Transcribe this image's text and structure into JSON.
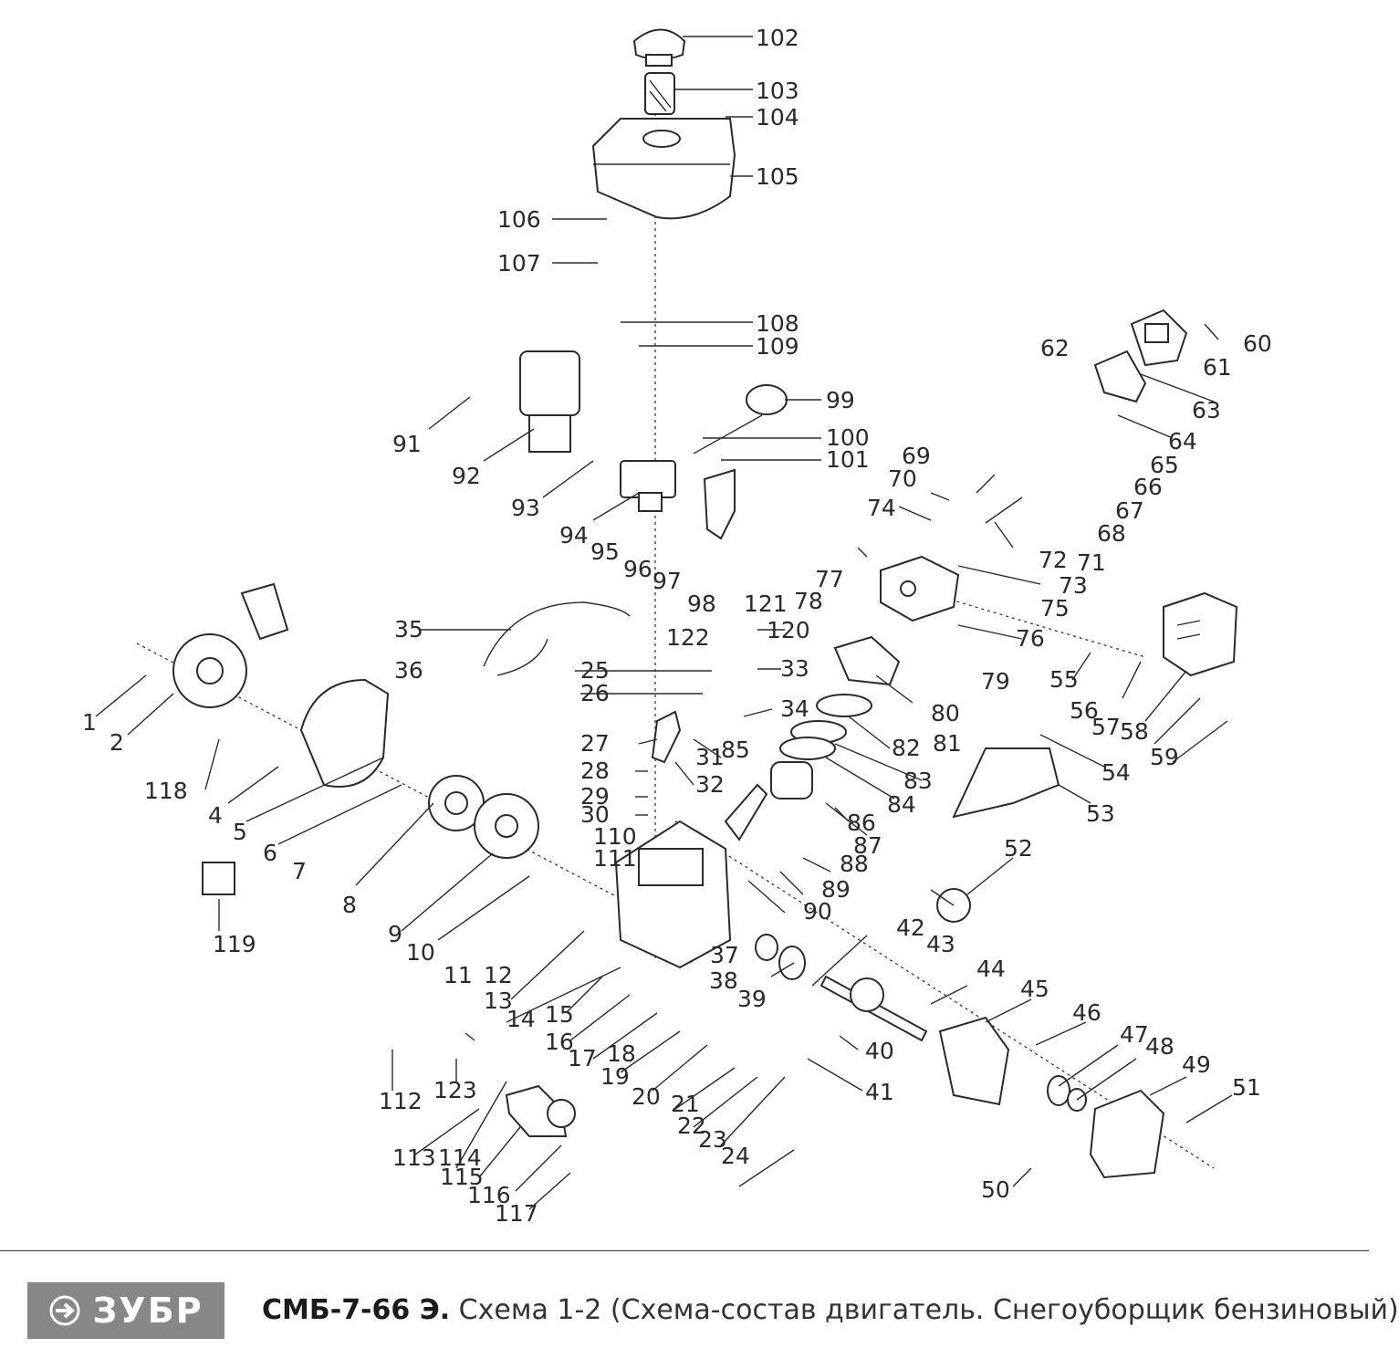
{
  "parts": [
    {
      "n": "1"
    },
    {
      "n": "2"
    },
    {
      "n": "4"
    },
    {
      "n": "5"
    },
    {
      "n": "6"
    },
    {
      "n": "7"
    },
    {
      "n": "8"
    },
    {
      "n": "9"
    },
    {
      "n": "10"
    },
    {
      "n": "11"
    },
    {
      "n": "12"
    },
    {
      "n": "13"
    },
    {
      "n": "14"
    },
    {
      "n": "15"
    },
    {
      "n": "16"
    },
    {
      "n": "17"
    },
    {
      "n": "18"
    },
    {
      "n": "19"
    },
    {
      "n": "20"
    },
    {
      "n": "21"
    },
    {
      "n": "22"
    },
    {
      "n": "23"
    },
    {
      "n": "24"
    },
    {
      "n": "25"
    },
    {
      "n": "26"
    },
    {
      "n": "27"
    },
    {
      "n": "28"
    },
    {
      "n": "29"
    },
    {
      "n": "30"
    },
    {
      "n": "31"
    },
    {
      "n": "32"
    },
    {
      "n": "33"
    },
    {
      "n": "34"
    },
    {
      "n": "35"
    },
    {
      "n": "36"
    },
    {
      "n": "37"
    },
    {
      "n": "38"
    },
    {
      "n": "39"
    },
    {
      "n": "40"
    },
    {
      "n": "41"
    },
    {
      "n": "42"
    },
    {
      "n": "43"
    },
    {
      "n": "44"
    },
    {
      "n": "45"
    },
    {
      "n": "46"
    },
    {
      "n": "47"
    },
    {
      "n": "48"
    },
    {
      "n": "49"
    },
    {
      "n": "50"
    },
    {
      "n": "51"
    },
    {
      "n": "52"
    },
    {
      "n": "53"
    },
    {
      "n": "54"
    },
    {
      "n": "55"
    },
    {
      "n": "56"
    },
    {
      "n": "57"
    },
    {
      "n": "58"
    },
    {
      "n": "59"
    },
    {
      "n": "60"
    },
    {
      "n": "61"
    },
    {
      "n": "62"
    },
    {
      "n": "63"
    },
    {
      "n": "64"
    },
    {
      "n": "65"
    },
    {
      "n": "66"
    },
    {
      "n": "67"
    },
    {
      "n": "68"
    },
    {
      "n": "69"
    },
    {
      "n": "70"
    },
    {
      "n": "71"
    },
    {
      "n": "72"
    },
    {
      "n": "73"
    },
    {
      "n": "74"
    },
    {
      "n": "75"
    },
    {
      "n": "76"
    },
    {
      "n": "77"
    },
    {
      "n": "78"
    },
    {
      "n": "79"
    },
    {
      "n": "80"
    },
    {
      "n": "81"
    },
    {
      "n": "82"
    },
    {
      "n": "83"
    },
    {
      "n": "84"
    },
    {
      "n": "85"
    },
    {
      "n": "86"
    },
    {
      "n": "87"
    },
    {
      "n": "88"
    },
    {
      "n": "89"
    },
    {
      "n": "90"
    },
    {
      "n": "91"
    },
    {
      "n": "92"
    },
    {
      "n": "93"
    },
    {
      "n": "94"
    },
    {
      "n": "95"
    },
    {
      "n": "96"
    },
    {
      "n": "97"
    },
    {
      "n": "98"
    },
    {
      "n": "99"
    },
    {
      "n": "100"
    },
    {
      "n": "101"
    },
    {
      "n": "102"
    },
    {
      "n": "103"
    },
    {
      "n": "104"
    },
    {
      "n": "105"
    },
    {
      "n": "106"
    },
    {
      "n": "107"
    },
    {
      "n": "108"
    },
    {
      "n": "109"
    },
    {
      "n": "110"
    },
    {
      "n": "111"
    },
    {
      "n": "112"
    },
    {
      "n": "113"
    },
    {
      "n": "114"
    },
    {
      "n": "115"
    },
    {
      "n": "116"
    },
    {
      "n": "117"
    },
    {
      "n": "118"
    },
    {
      "n": "119"
    },
    {
      "n": "120"
    },
    {
      "n": "121"
    },
    {
      "n": "122"
    },
    {
      "n": "123"
    }
  ],
  "footer": {
    "brand": "ЗУБР",
    "model": "СМБ-7-66 Э.",
    "description": "Схема 1-2 (Схема-состав двигатель. Снегоуборщик бензиновый)"
  },
  "colors": {
    "logo_bg": "#878787",
    "ink": "#2a2a2a"
  },
  "icons": {
    "logo": "arrow-logo-icon"
  }
}
